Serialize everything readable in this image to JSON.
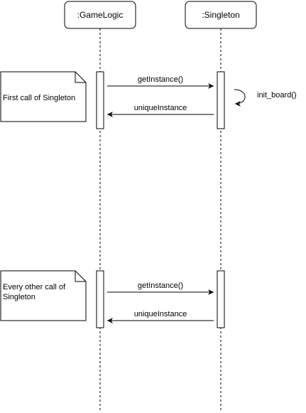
{
  "diagram": {
    "type": "sequence",
    "participants": [
      {
        "id": "gamelogic",
        "label": ":GameLogic"
      },
      {
        "id": "singleton",
        "label": ":Singleton"
      }
    ],
    "self_message": {
      "label": "init_board()"
    },
    "frames": [
      {
        "note_lines": [
          "First call of Singleton"
        ],
        "messages": [
          {
            "from": "gamelogic",
            "to": "singleton",
            "label": "getInstance()",
            "kind": "sync"
          },
          {
            "from": "singleton",
            "to": "gamelogic",
            "label": "uniqueInstance",
            "kind": "return"
          }
        ]
      },
      {
        "note_lines": [
          "Every other call of",
          "Singleton"
        ],
        "messages": [
          {
            "from": "gamelogic",
            "to": "singleton",
            "label": "getInstance()",
            "kind": "sync"
          },
          {
            "from": "singleton",
            "to": "gamelogic",
            "label": "uniqueInstance",
            "kind": "return"
          }
        ]
      }
    ]
  }
}
